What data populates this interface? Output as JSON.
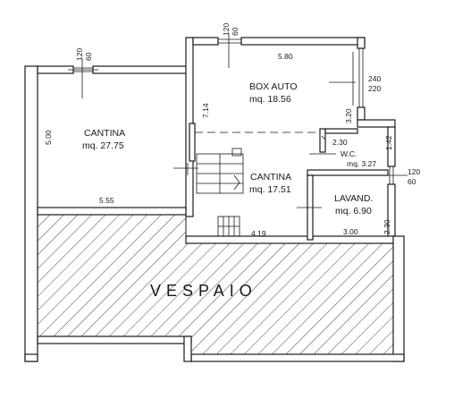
{
  "rooms": {
    "cantina_left": {
      "name": "CANTINA",
      "area": "mq. 27.75"
    },
    "box_auto": {
      "name": "BOX AUTO",
      "area": "mq. 18.56"
    },
    "cantina_center": {
      "name": "CANTINA",
      "area": "mq. 17.51"
    },
    "wc": {
      "name": "W.C.",
      "area": "mq. 3.27"
    },
    "lavand": {
      "name": "LAVAND.",
      "area": "mq. 6.90"
    },
    "vespaio": {
      "name": "VESPAIO"
    }
  },
  "dimensions": {
    "window_left_top": "120",
    "window_left_bottom": "60",
    "window_top_a": "120",
    "window_top_b": "60",
    "box_width": "5.80",
    "garage_door_a": "240",
    "garage_door_b": "220",
    "cantina_left_height": "5.00",
    "box_depth": "7.14",
    "stair_wall": "3.20",
    "cantina_left_width": "5.55",
    "wc_width": "2.30",
    "wc_depth": "1.42",
    "window_right_a": "120",
    "window_right_b": "60",
    "cantina_center_width": "4.19",
    "lavand_width": "3.00",
    "lavand_depth": "2.30"
  }
}
